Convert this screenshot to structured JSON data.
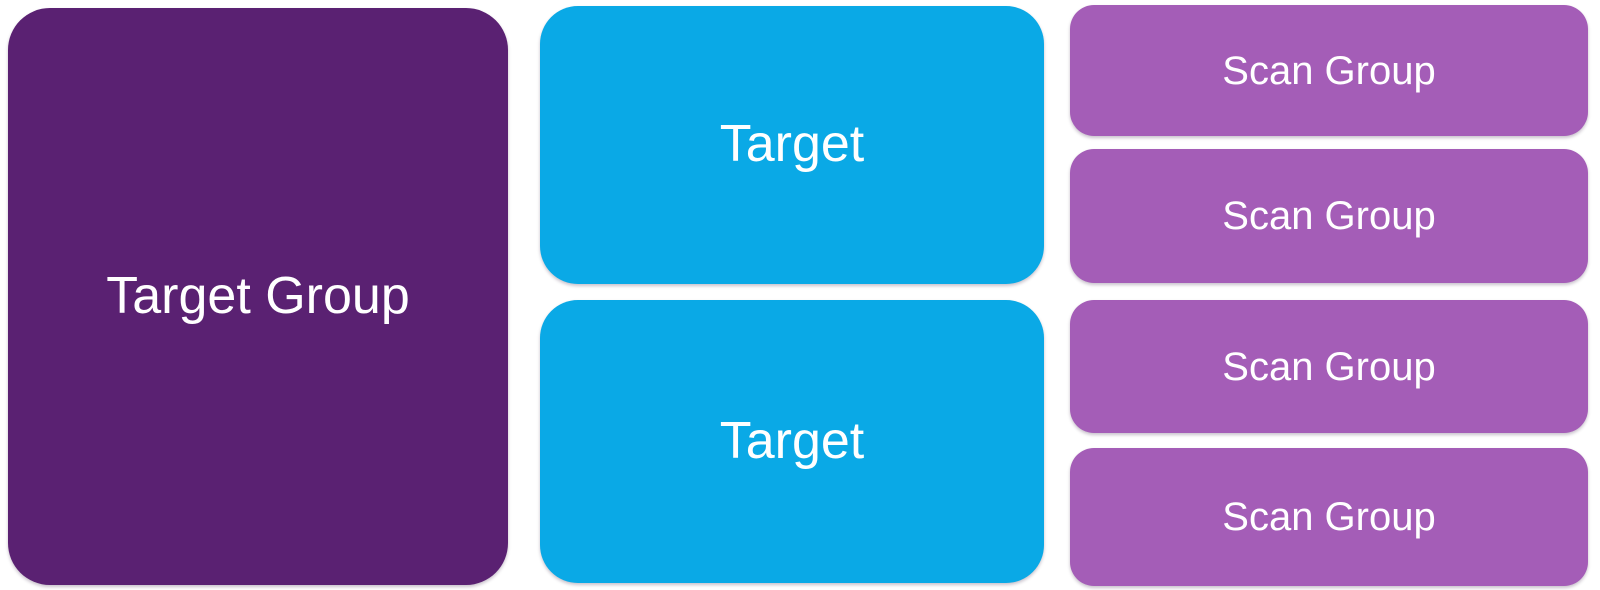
{
  "diagram": {
    "target_group": {
      "label": "Target Group"
    },
    "targets": [
      {
        "label": "Target"
      },
      {
        "label": "Target"
      }
    ],
    "scan_groups": [
      {
        "label": "Scan Group"
      },
      {
        "label": "Scan Group"
      },
      {
        "label": "Scan Group"
      },
      {
        "label": "Scan Group"
      }
    ]
  },
  "colors": {
    "background": "#FFFFFF",
    "target_group_fill": "#5A2172",
    "target_fill": "#0AA9E6",
    "scan_group_fill": "#A45DB7",
    "label_text": "#FFFFFF"
  }
}
